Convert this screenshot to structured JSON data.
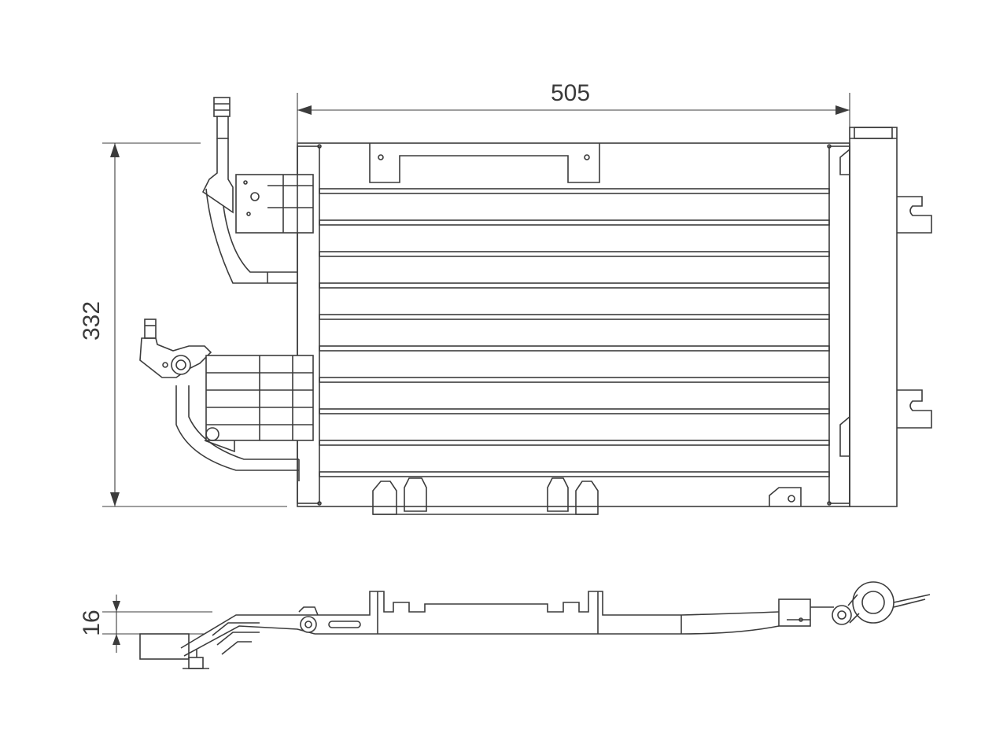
{
  "dimensions": {
    "width": "505",
    "height": "332",
    "depth": "16"
  },
  "colors": {
    "line": "#3c3c3c",
    "background": "#ffffff"
  }
}
